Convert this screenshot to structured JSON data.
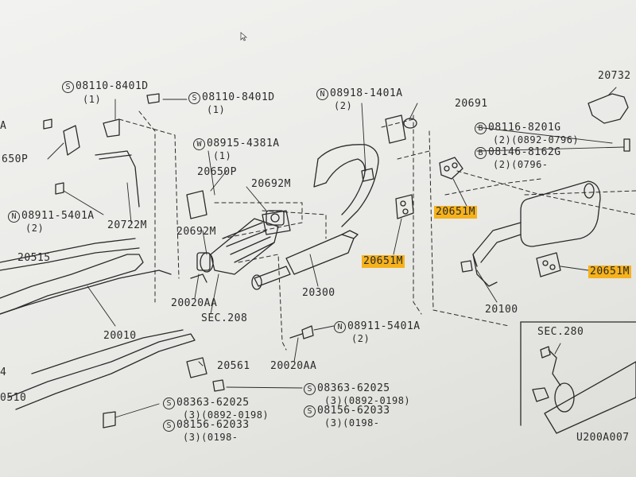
{
  "callouts": [
    {
      "id": "c1",
      "prefix": "S",
      "text": "08110-8401D",
      "sub": "(1)"
    },
    {
      "id": "c2",
      "prefix": "S",
      "text": "08110-8401D",
      "sub": "(1)"
    },
    {
      "id": "c3",
      "prefix": "N",
      "text": "08918-1401A",
      "sub": "(2)"
    },
    {
      "id": "c4",
      "prefix": "",
      "text": "20691",
      "sub": ""
    },
    {
      "id": "c5",
      "prefix": "",
      "text": "20732",
      "sub": ""
    },
    {
      "id": "c6",
      "prefix": "B",
      "text": "08116-8201G",
      "sub": "(2)(0892-0796)"
    },
    {
      "id": "c7",
      "prefix": "B",
      "text": "08146-8162G",
      "sub": "(2)(0796-"
    },
    {
      "id": "c8",
      "prefix": "W",
      "text": "08915-4381A",
      "sub": "(1)"
    },
    {
      "id": "c9",
      "prefix": "",
      "text": "20650P",
      "sub": ""
    },
    {
      "id": "c10",
      "prefix": "",
      "text": "20692M",
      "sub": ""
    },
    {
      "id": "c11",
      "prefix": "",
      "text": "650P",
      "sub": ""
    },
    {
      "id": "c12",
      "prefix": "",
      "text": "A",
      "sub": ""
    },
    {
      "id": "c13",
      "prefix": "N",
      "text": "08911-5401A",
      "sub": "(2)"
    },
    {
      "id": "c14",
      "prefix": "",
      "text": "20722M",
      "sub": ""
    },
    {
      "id": "c15",
      "prefix": "",
      "text": "20692M",
      "sub": ""
    },
    {
      "id": "c16",
      "prefix": "",
      "text": "20515",
      "sub": ""
    },
    {
      "id": "c17",
      "prefix": "",
      "text": "20020AA",
      "sub": ""
    },
    {
      "id": "c18",
      "prefix": "",
      "text": "SEC.208",
      "sub": ""
    },
    {
      "id": "c19",
      "prefix": "",
      "text": "20300",
      "sub": ""
    },
    {
      "id": "c20",
      "prefix": "",
      "text": "20010",
      "sub": ""
    },
    {
      "id": "c21",
      "prefix": "N",
      "text": "08911-5401A",
      "sub": "(2)"
    },
    {
      "id": "c22",
      "prefix": "",
      "text": "20100",
      "sub": ""
    },
    {
      "id": "c23",
      "prefix": "",
      "text": "20561",
      "sub": ""
    },
    {
      "id": "c24",
      "prefix": "",
      "text": "20020AA",
      "sub": ""
    },
    {
      "id": "c25",
      "prefix": "S",
      "text": "08363-62025",
      "sub": "(3)(0892-0198)"
    },
    {
      "id": "c26",
      "prefix": "S",
      "text": "08156-62033",
      "sub": "(3)(0198-"
    },
    {
      "id": "c27",
      "prefix": "S",
      "text": "08363-62025",
      "sub": "(3)(0892-0198)"
    },
    {
      "id": "c28",
      "prefix": "S",
      "text": "08156-62033",
      "sub": "(3)(0198-"
    },
    {
      "id": "c29",
      "prefix": "",
      "text": "SEC.280",
      "sub": ""
    },
    {
      "id": "c30",
      "prefix": "",
      "text": "U200A007",
      "sub": ""
    },
    {
      "id": "c31",
      "prefix": "",
      "text": "4",
      "sub": ""
    },
    {
      "id": "c32",
      "prefix": "",
      "text": "0510",
      "sub": ""
    }
  ],
  "highlights": [
    {
      "id": "h1",
      "text": "20651M"
    },
    {
      "id": "h2",
      "text": "20651M"
    },
    {
      "id": "h3",
      "text": "20651M"
    }
  ],
  "colors": {
    "ink": "#2a2a2a",
    "highlight": "#f5b21c",
    "paper": "#ececea"
  }
}
